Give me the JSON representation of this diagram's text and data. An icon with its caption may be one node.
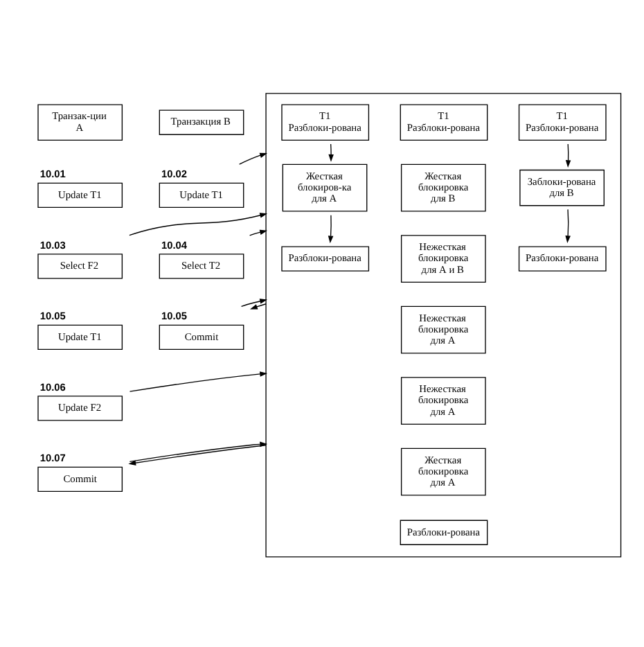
{
  "diagram": {
    "nodes": [
      {
        "text": [
          "Транзак-ции А"
        ]
      },
      {
        "text": [
          "Update T1"
        ],
        "beside": [
          "10.01"
        ]
      },
      {
        "text": [
          "Select F2"
        ],
        "beside": [
          "10.03"
        ]
      },
      {
        "text": [
          "Update T1"
        ],
        "beside": [
          "10.05"
        ]
      },
      {
        "text": [
          "Update F2"
        ],
        "beside": [
          "10.06"
        ]
      },
      {
        "text": [
          "Commit"
        ],
        "beside": [
          "10.07"
        ]
      },
      {
        "text": [],
        "shape": "box"
      },
      {
        "text": [
          "T1 Разблоки-рована"
        ],
        "in": 6
      },
      {
        "text": [
          "T1 Разблоки-рована"
        ],
        "in": 6
      },
      {
        "text": [
          "T1 Разблоки-рована"
        ],
        "in": 6
      },
      {
        "text": [
          "Транзакция В"
        ]
      },
      {
        "text": [
          "Update T1"
        ],
        "beside": [
          "10.02"
        ]
      },
      {
        "text": [
          "Жесткая блокиров-ка для А"
        ],
        "in": 6
      },
      {
        "text": [
          "Жесткая блокировка для В"
        ],
        "in": 6
      },
      {
        "text": [
          "Заблоки-рована для В"
        ],
        "in": 6
      },
      {
        "text": [
          "Select T2"
        ],
        "beside": [
          "10.04"
        ]
      },
      {
        "text": [
          "Нежесткая блокировка для А и В"
        ],
        "in": 6
      },
      {
        "text": [
          "Нежесткая блокировка для А"
        ],
        "in": 6
      },
      {
        "text": [
          "Разблоки-рована"
        ],
        "in": 6
      },
      {
        "text": [
          "Разблоки-рована"
        ],
        "in": 6
      },
      {
        "text": [
          "Commit"
        ],
        "beside": [
          "10.05"
        ]
      },
      {
        "text": [
          "Нежесткая блокировка для А"
        ],
        "in": 6
      },
      {
        "text": [
          "Жесткая блокировка для А"
        ],
        "in": 6
      },
      {
        "text": [
          "Разблоки-рована"
        ],
        "in": 6
      }
    ],
    "edges": [
      {
        "from": 7,
        "to": 12,
        "arrow": "to"
      },
      {
        "from": 12,
        "to": 18,
        "arrow": "to"
      },
      {
        "from": 9,
        "to": 14,
        "arrow": "to"
      },
      {
        "from": 14,
        "to": 19,
        "arrow": "to"
      },
      {
        "from": 2,
        "to": 6,
        "arrow": "to"
      },
      {
        "from": 4,
        "to": 6,
        "arrow": "to"
      },
      {
        "from": 5,
        "to": 6,
        "arrow": "to"
      },
      {
        "from": 6,
        "to": 5,
        "arrow": "to"
      },
      {
        "from": 11,
        "to": 6,
        "arrow": "to"
      },
      {
        "from": 15,
        "to": 6,
        "arrow": "to"
      },
      {
        "from": 20,
        "to": 6,
        "arrow": "to"
      },
      {
        "from": 6,
        "to": 20,
        "arrow": "to"
      }
    ]
  }
}
